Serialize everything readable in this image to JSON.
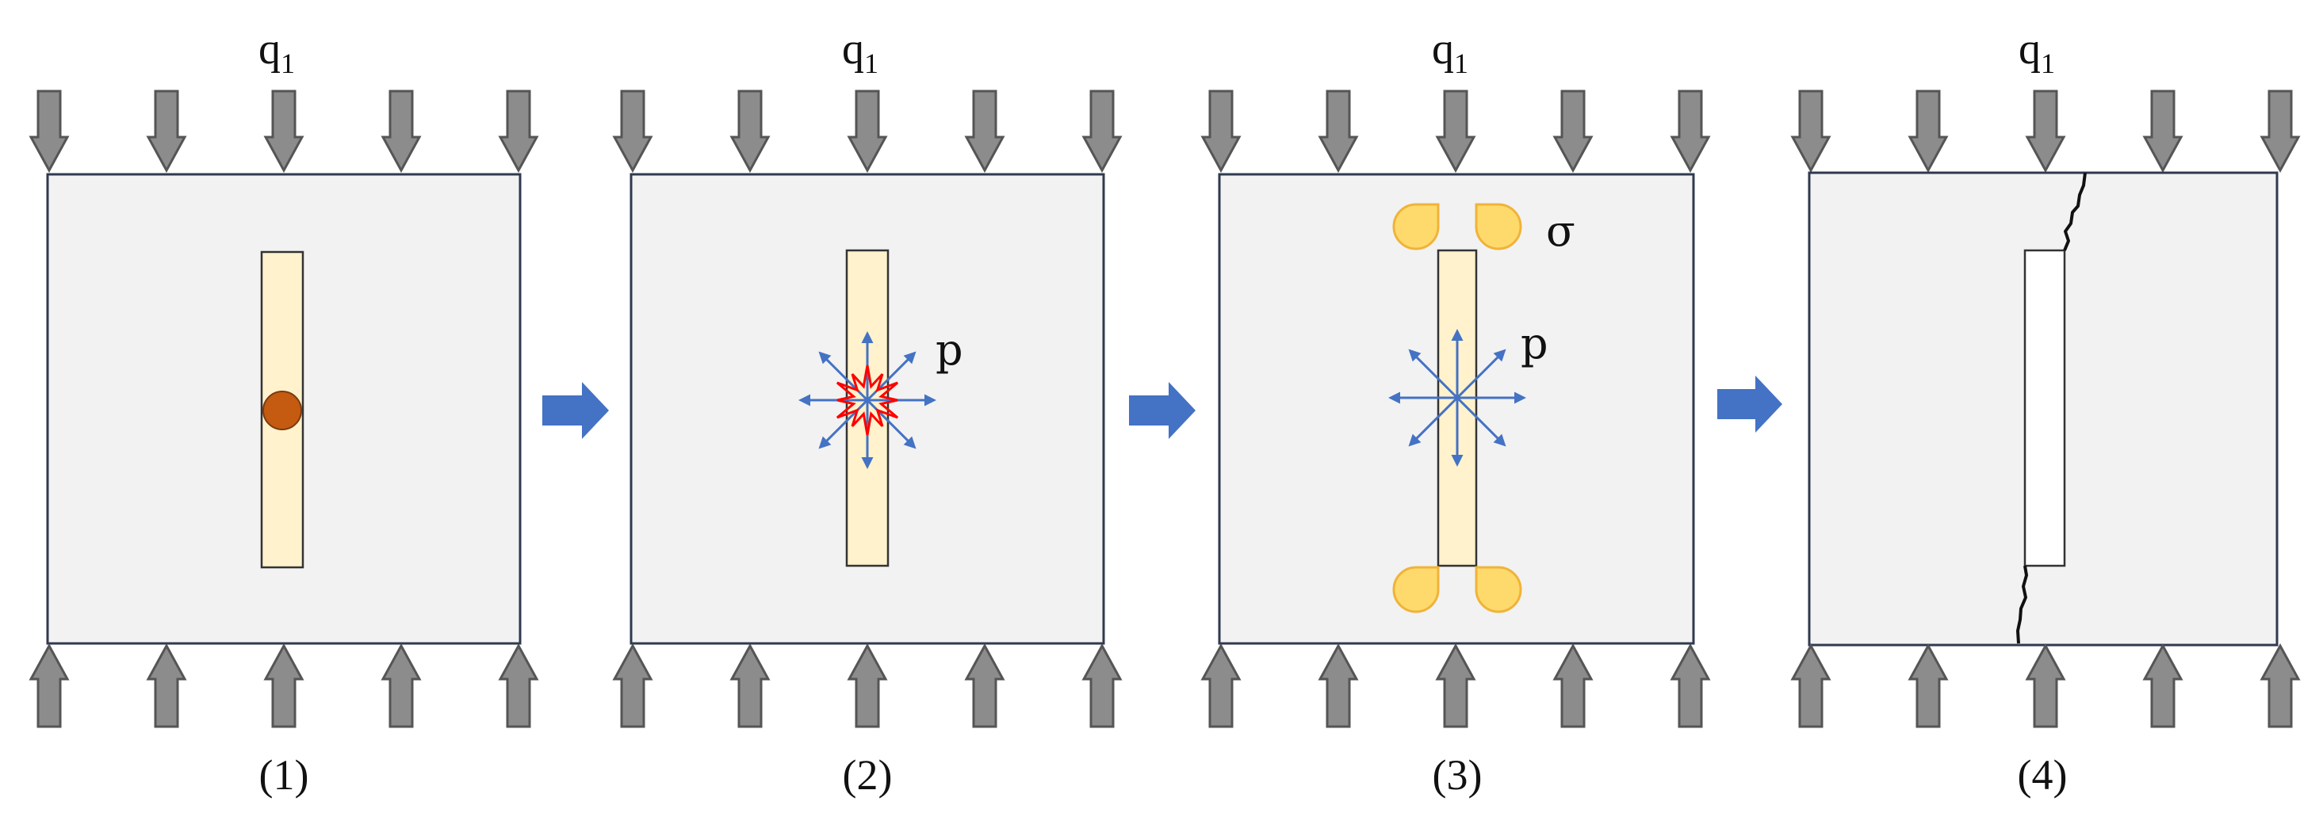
{
  "load_symbol": "q",
  "load_subscript": "1",
  "pressure_symbol": "p",
  "stress_symbol": "σ",
  "captions": [
    "(1)",
    "(2)",
    "(3)",
    "(4)"
  ],
  "colors": {
    "plate_fill": "#f2f2f2",
    "plate_stroke": "#2f3a4f",
    "load_arrow": "#8c8c8c",
    "borehole_fill": "#fff2cc",
    "charge_fill": "#c55a11",
    "blast_flash": "#ff0000",
    "pressure_arrow": "#4472c4",
    "stress_zone": "#ffd966",
    "step_arrow": "#4472c4",
    "crack": "#111111"
  },
  "icons": [
    "load-arrow-down-icon",
    "load-arrow-up-icon",
    "step-arrow-icon",
    "explosive-charge-icon",
    "blast-flash-icon",
    "pressure-arrow-icon",
    "stress-zone-icon",
    "crack-icon"
  ]
}
